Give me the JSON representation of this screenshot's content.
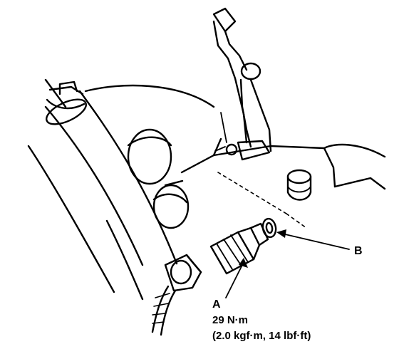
{
  "labels": {
    "part_a": "A",
    "part_b": "B"
  },
  "torque_spec": {
    "metric": "29 N·m",
    "alternate": "(2.0 kgf·m, 14 lbf·ft)"
  }
}
